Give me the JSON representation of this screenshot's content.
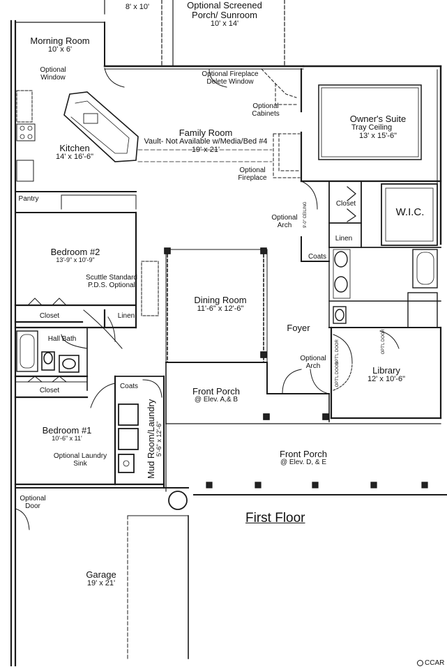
{
  "title": "First Floor",
  "logo_text": "CCAR",
  "rooms": {
    "top_deck": {
      "dims": "8' x 10'"
    },
    "screened_porch": {
      "name": "Optional Screened Porch/ Sunroom",
      "dims": "10' x 14'"
    },
    "morning_room": {
      "name": "Morning Room",
      "dims": "10' x 6'"
    },
    "kitchen": {
      "name": "Kitchen",
      "dims": "14' x 16'-6\""
    },
    "family_room": {
      "name": "Family Room",
      "note": "Vault- Not Available w/Media/Bed #4",
      "dims": "19' x 21'"
    },
    "owners_suite": {
      "name": "Owner's Suite",
      "note": "Tray Ceiling",
      "dims": "13' x 15'-6\""
    },
    "bedroom2": {
      "name": "Bedroom #2",
      "dims": "13'-9\" x 10'-9\""
    },
    "dining_room": {
      "name": "Dining Room",
      "dims": "11'-6\" x 12'-6\""
    },
    "foyer": {
      "name": "Foyer"
    },
    "library": {
      "name": "Library",
      "dims": "12' x 10'-6\""
    },
    "front_porch_ab": {
      "name": "Front Porch",
      "note": "@ Elev. A,& B"
    },
    "front_porch_de": {
      "name": "Front Porch",
      "note": "@ Elev. D, & E"
    },
    "bedroom1": {
      "name": "Bedroom #1",
      "dims": "10'-6\" x 11'"
    },
    "mud_room": {
      "name": "Mud Room/Laundry",
      "dims": "5'-6\" x 12'-6\""
    },
    "garage": {
      "name": "Garage",
      "dims": "19' x 21'"
    }
  },
  "small_labels": {
    "wic": "W.I.C.",
    "pantry": "Pantry",
    "closet_owner": "Closet",
    "linen_owner": "Linen",
    "coats_foyer": "Coats",
    "closet_bed2": "Closet",
    "linen_hall": "Linen",
    "hall_bath": "Hall Bath",
    "closet_bed1": "Closet",
    "coats_mud": "Coats",
    "ceiling_note": "9'-0\" CEILING"
  },
  "notes": {
    "optional_window": "Optional Window",
    "optional_fireplace_delete": "Optional Fireplace Delete Window",
    "optional_cabinets": "Optional Cabinets",
    "optional_fireplace": "Optional Fireplace",
    "optional_arch_hall": "Optional Arch",
    "scuttle": "Scuttle Standard P.D.S. Optional",
    "optional_arch_foyer": "Optional Arch",
    "optional_laundry_sink": "Optional Laundry Sink",
    "optional_door": "Optional Door",
    "optl_door_1": "OPT'L DOOR",
    "optl_door_2": "OPT'L DOOR",
    "optl_door_3": "OPT'L DOOR"
  }
}
